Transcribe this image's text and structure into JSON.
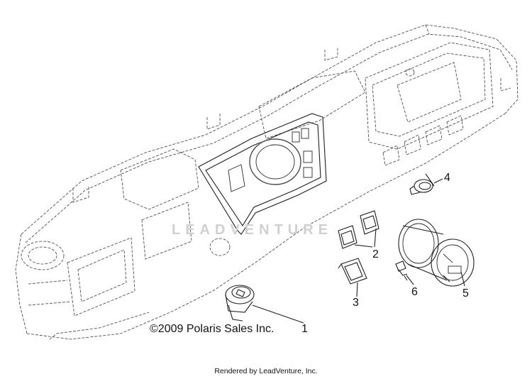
{
  "diagram": {
    "callouts": [
      {
        "id": "1",
        "label": "1"
      },
      {
        "id": "2",
        "label": "2"
      },
      {
        "id": "3",
        "label": "3"
      },
      {
        "id": "4",
        "label": "4"
      },
      {
        "id": "5",
        "label": "5"
      },
      {
        "id": "6",
        "label": "6"
      }
    ],
    "copyright": "©2009 Polaris Sales Inc.",
    "watermark": "LEADVENTURE",
    "footer": "Rendered by LeadVenture, Inc."
  }
}
